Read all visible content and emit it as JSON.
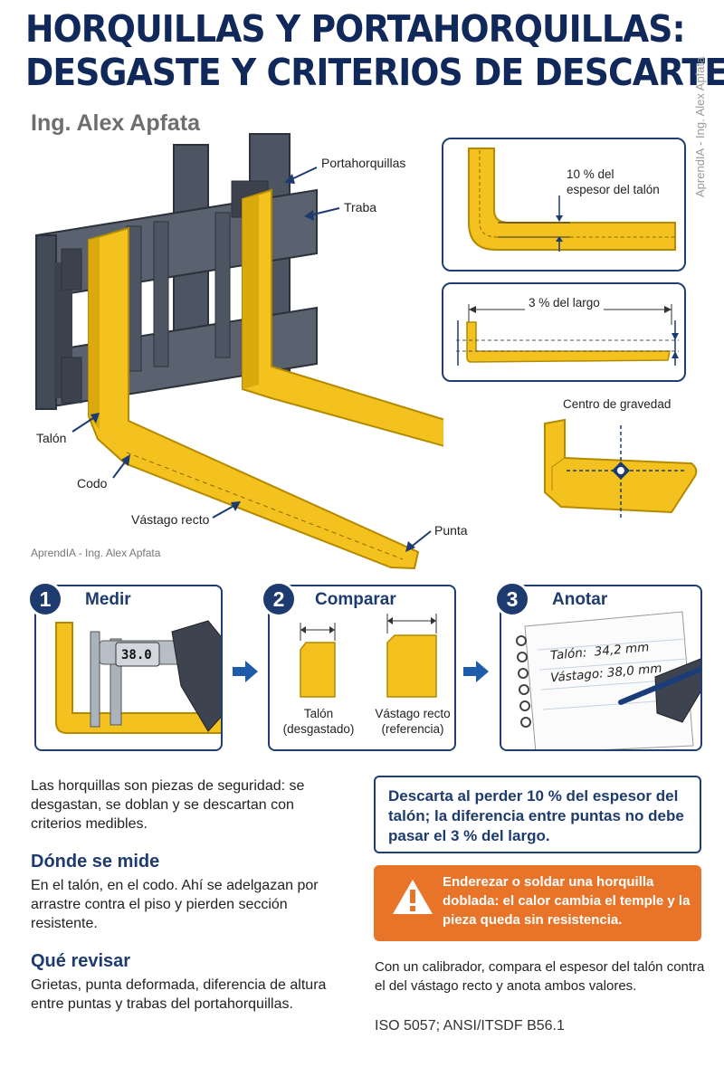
{
  "title_line1": "HORQUILLAS Y PORTAHORQUILLAS:",
  "title_line2": "DESGASTE Y CRITERIOS DE DESCARTE",
  "author": "Ing. Alex Apfata",
  "watermark_vertical": "AprendIA - Ing. Alex Apfata",
  "watermark": "AprendIA - Ing. Alex Apfata",
  "labels": {
    "portahorquillas": "Portahorquillas",
    "traba": "Traba",
    "talon": "Talón",
    "codo": "Codo",
    "vastago": "Vástago recto",
    "punta": "Punta"
  },
  "panel1_label": "10 % del\nespesor del talón",
  "panel2_label": "3 % del largo",
  "cg_label": "Centro de gravedad",
  "steps": [
    {
      "num": "1",
      "title": "Medir",
      "readout": "38.0"
    },
    {
      "num": "2",
      "title": "Comparar",
      "left_label": "Talón\n(desgastado)",
      "right_label": "Vástago recto\n(referencia)"
    },
    {
      "num": "3",
      "title": "Anotar",
      "note1": "Talón:  34,2 mm",
      "note2": "Vástago: 38,0 mm"
    }
  ],
  "intro": "Las horquillas son piezas de seguridad: se desgastan, se doblan y se descartan con criterios medibles.",
  "donde_title": "Dónde se mide",
  "donde_body": "En el talón, en el codo. Ahí se adelgazan por arrastre contra el piso y pierden sección resistente.",
  "que_title": "Qué revisar",
  "que_body": "Grietas, punta deformada, diferencia de altura entre puntas y trabas del portahorquillas.",
  "criteria": "Descarta al perder 10 % del espesor del talón; la diferencia entre puntas no debe pasar el 3 % del largo.",
  "warning": "Enderezar o soldar una horquilla doblada: el calor cambia el temple y la pieza queda sin resistencia.",
  "calibrador": "Con un calibrador, compara el espesor del talón contra el del vástago recto y anota ambos valores.",
  "iso": "ISO 5057; ANSI/ITSDF B56.1",
  "colors": {
    "navy": "#1e3b70",
    "yellow": "#f3c21e",
    "orange": "#e8742a",
    "steel": "#4d5563"
  }
}
